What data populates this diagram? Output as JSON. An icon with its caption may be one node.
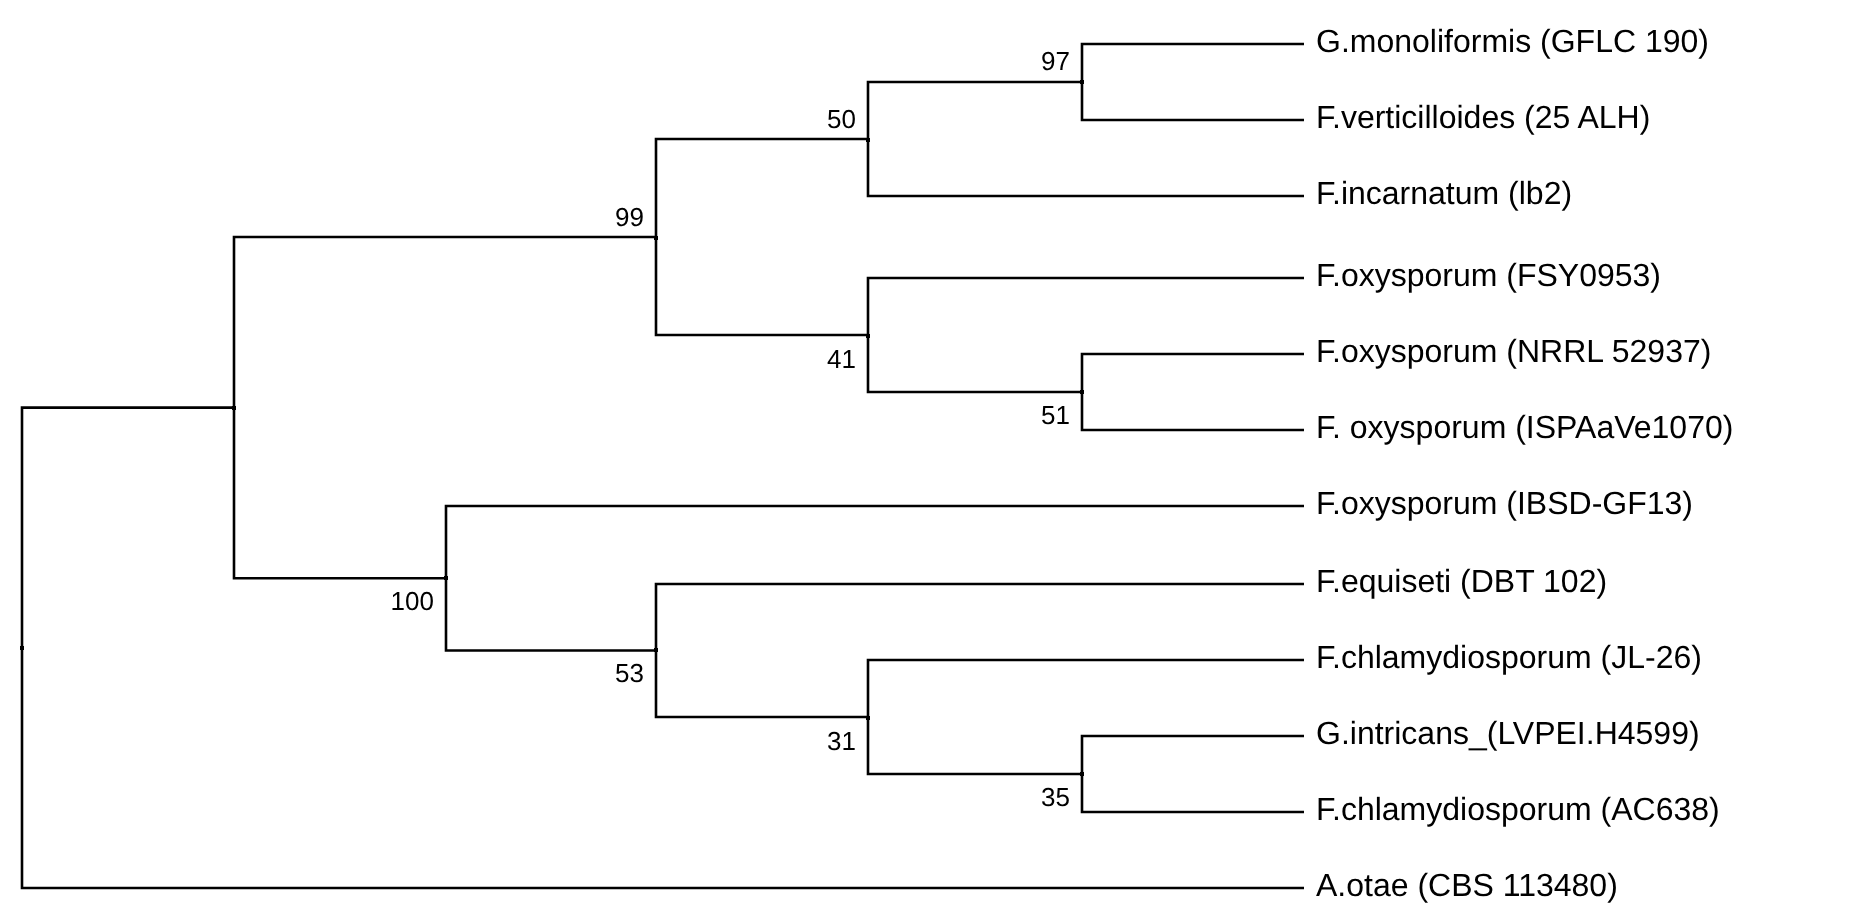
{
  "diagram": {
    "nodes": [
      {
        "text": [
          "G.monoliformis (GFLC 190)"
        ]
      },
      {
        "text": [
          "F.verticilloides (25 ALH)"
        ]
      },
      {
        "text": [
          "F.incarnatum (lb2)"
        ]
      },
      {
        "text": [
          "F.oxysporum (FSY0953)"
        ]
      },
      {
        "text": [
          "F.oxysporum (NRRL 52937)"
        ]
      },
      {
        "text": [
          "F. oxysporum (ISPAaVe1070)"
        ]
      },
      {
        "text": [
          "F.oxysporum (IBSD-GF13)"
        ]
      },
      {
        "text": [
          "F.equiseti (DBT 102)"
        ]
      },
      {
        "text": [
          "F.chlamydiosporum (JL-26)"
        ]
      },
      {
        "text": [
          "G.intricans_(LVPEI.H4599)"
        ]
      },
      {
        "text": [
          "F.chlamydiosporum (AC638)"
        ]
      },
      {
        "text": [
          "A.otae (CBS 113480)"
        ]
      },
      {
        "text": [],
        "shape": "point"
      },
      {
        "text": [],
        "shape": "point"
      },
      {
        "text": [],
        "shape": "point",
        "beside": [
          "99"
        ]
      },
      {
        "text": [],
        "shape": "point",
        "beside": [
          "50"
        ]
      },
      {
        "text": [],
        "shape": "point",
        "beside": [
          "97"
        ]
      },
      {
        "text": [],
        "shape": "point",
        "beside": [
          "41"
        ]
      },
      {
        "text": [],
        "shape": "point",
        "beside": [
          "51"
        ]
      },
      {
        "text": [],
        "shape": "point",
        "beside": [
          "100"
        ]
      },
      {
        "text": [],
        "shape": "point",
        "beside": [
          "53"
        ]
      },
      {
        "text": [],
        "shape": "point",
        "beside": [
          "31"
        ]
      },
      {
        "text": [],
        "shape": "point",
        "beside": [
          "35"
        ]
      }
    ],
    "edges": [
      {
        "from": 12,
        "to": 13,
        "arrow": "none"
      },
      {
        "from": 12,
        "to": 11,
        "arrow": "none"
      },
      {
        "from": 13,
        "to": 14,
        "arrow": "none"
      },
      {
        "from": 13,
        "to": 19,
        "arrow": "none"
      },
      {
        "from": 14,
        "to": 15,
        "arrow": "none"
      },
      {
        "from": 14,
        "to": 17,
        "arrow": "none"
      },
      {
        "from": 15,
        "to": 16,
        "arrow": "none"
      },
      {
        "from": 15,
        "to": 2,
        "arrow": "none"
      },
      {
        "from": 16,
        "to": 0,
        "arrow": "none"
      },
      {
        "from": 16,
        "to": 1,
        "arrow": "none"
      },
      {
        "from": 17,
        "to": 3,
        "arrow": "none"
      },
      {
        "from": 17,
        "to": 18,
        "arrow": "none"
      },
      {
        "from": 18,
        "to": 4,
        "arrow": "none"
      },
      {
        "from": 18,
        "to": 5,
        "arrow": "none"
      },
      {
        "from": 19,
        "to": 6,
        "arrow": "none"
      },
      {
        "from": 19,
        "to": 20,
        "arrow": "none"
      },
      {
        "from": 20,
        "to": 7,
        "arrow": "none"
      },
      {
        "from": 20,
        "to": 21,
        "arrow": "none"
      },
      {
        "from": 21,
        "to": 8,
        "arrow": "none"
      },
      {
        "from": 21,
        "to": 22,
        "arrow": "none"
      },
      {
        "from": 22,
        "to": 9,
        "arrow": "none"
      },
      {
        "from": 22,
        "to": 10,
        "arrow": "none"
      }
    ]
  }
}
